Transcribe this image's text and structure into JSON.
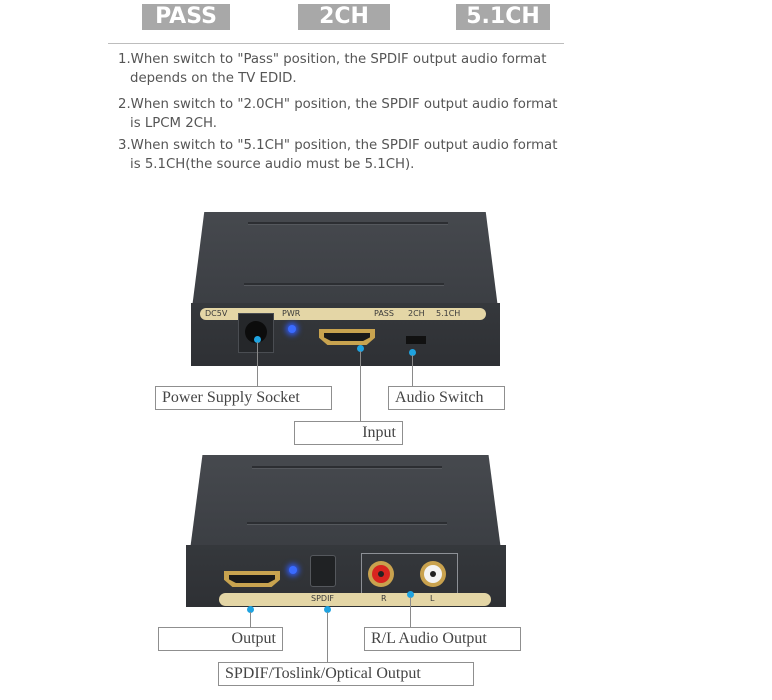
{
  "modes": [
    {
      "label": "PASS"
    },
    {
      "label": "2CH"
    },
    {
      "label": "5.1CH"
    }
  ],
  "notes": [
    {
      "line1": "1.When switch to \"Pass\" position, the SPDIF output audio format",
      "line2": "depends on the TV EDID."
    },
    {
      "line1": "2.When switch to \"2.0CH\" position, the SPDIF output audio format",
      "line2": "is LPCM 2CH."
    },
    {
      "line1": "3.When switch to \"5.1CH\" position, the SPDIF output audio format",
      "line2": "is 5.1CH(the source audio must be 5.1CH)."
    }
  ],
  "input_panel": {
    "strip_labels": {
      "dc": "DC5V",
      "pwr": "PWR",
      "pass": "PASS",
      "ch2": "2CH",
      "ch51": "5.1CH"
    },
    "callouts": {
      "power": "Power Supply Socket",
      "input": "Input",
      "switch": "Audio Switch"
    }
  },
  "output_panel": {
    "strip_labels": {
      "spdif": "SPDIF",
      "r": "R",
      "l": "L"
    },
    "callouts": {
      "output": "Output",
      "spdif": "SPDIF/Toslink/Optical Output",
      "rl": "R/L Audio Output"
    }
  },
  "colors": {
    "badge": "#a8a8a8",
    "device": "#3a3d42",
    "strip": "#e4d6a6",
    "led": "#3a6bff",
    "callout_dot": "#1fa3e0"
  }
}
